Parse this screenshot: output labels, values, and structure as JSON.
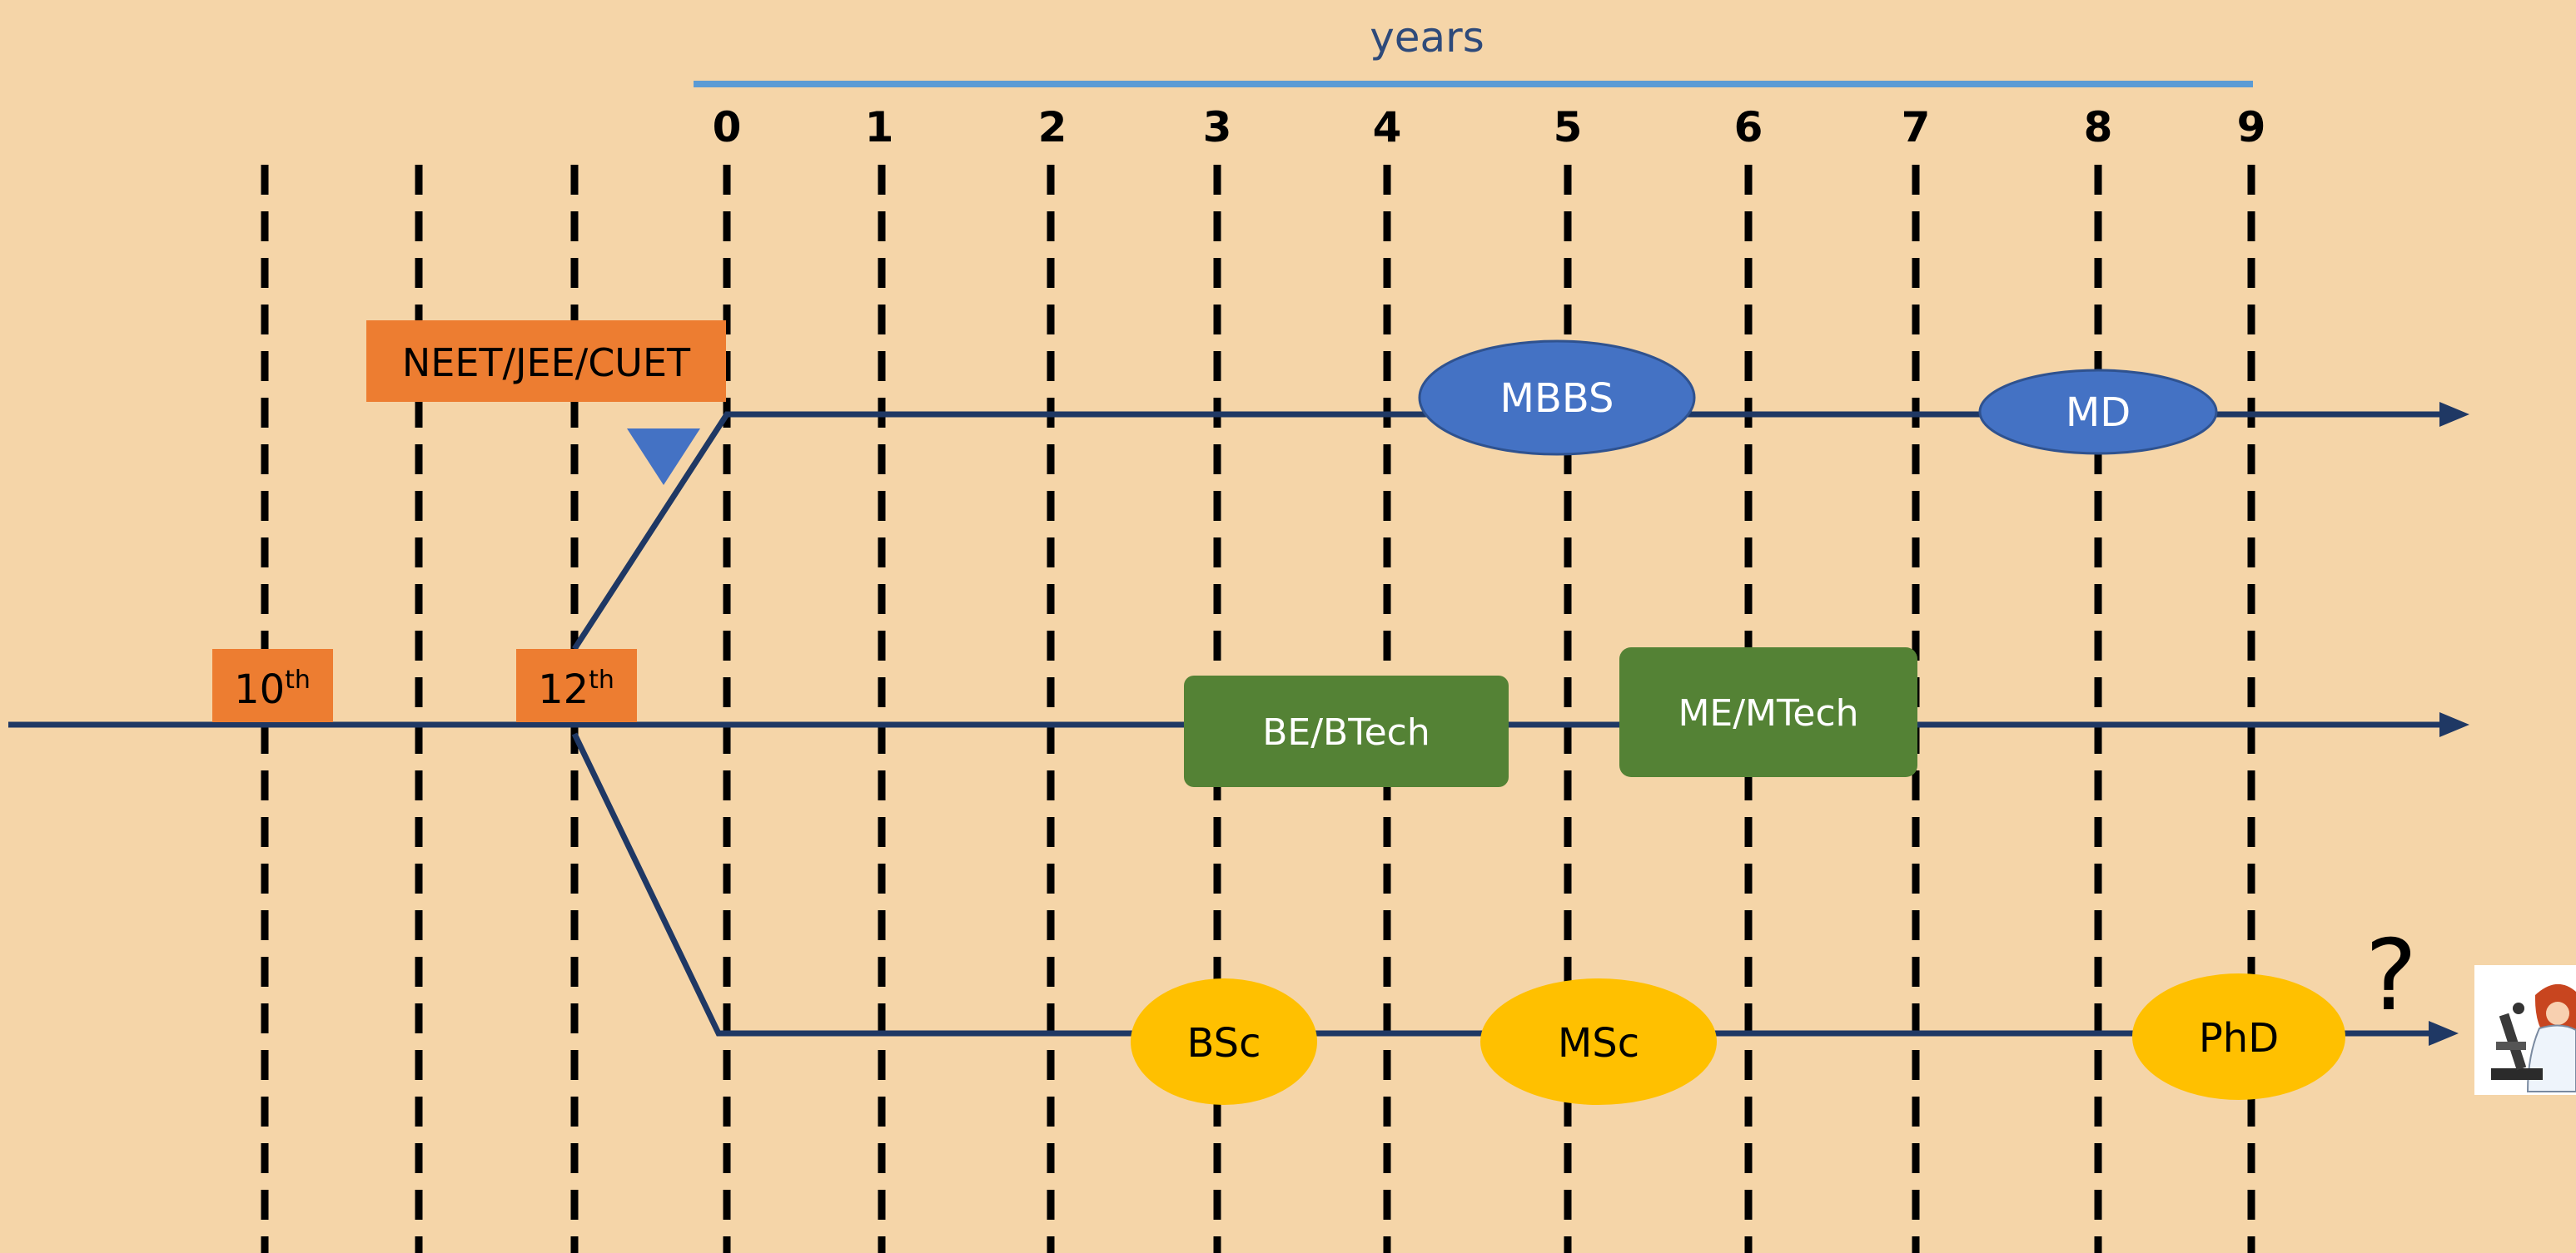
{
  "header": {
    "title": "years"
  },
  "ticks": [
    "0",
    "1",
    "2",
    "3",
    "4",
    "5",
    "6",
    "7",
    "8",
    "9"
  ],
  "grade_labels": [
    {
      "base": "10",
      "sup": "th"
    },
    {
      "base": "12",
      "sup": "th"
    }
  ],
  "exam_label": "NEET/JEE/CUET",
  "tracks": {
    "medical": {
      "stages": [
        "MBBS",
        "MD"
      ]
    },
    "engineering": {
      "stages": [
        "BE/BTech",
        "ME/MTech"
      ]
    },
    "science": {
      "stages": [
        "BSc",
        "MSc",
        "PhD"
      ]
    }
  },
  "question_mark": "?",
  "colors": {
    "background": "#f5d5a8",
    "timeline_bar": "#5b9bd5",
    "axis_text": "#2e4a7a",
    "track_line": "#1f3864",
    "medical": "#4472c4",
    "engineering": "#548235",
    "science": "#ffc000",
    "grade_box": "#ed7d31",
    "divider": "#000000"
  },
  "icons": {
    "scientist": "scientist-with-microscope-icon",
    "exam_marker": "triangle-down-icon"
  }
}
